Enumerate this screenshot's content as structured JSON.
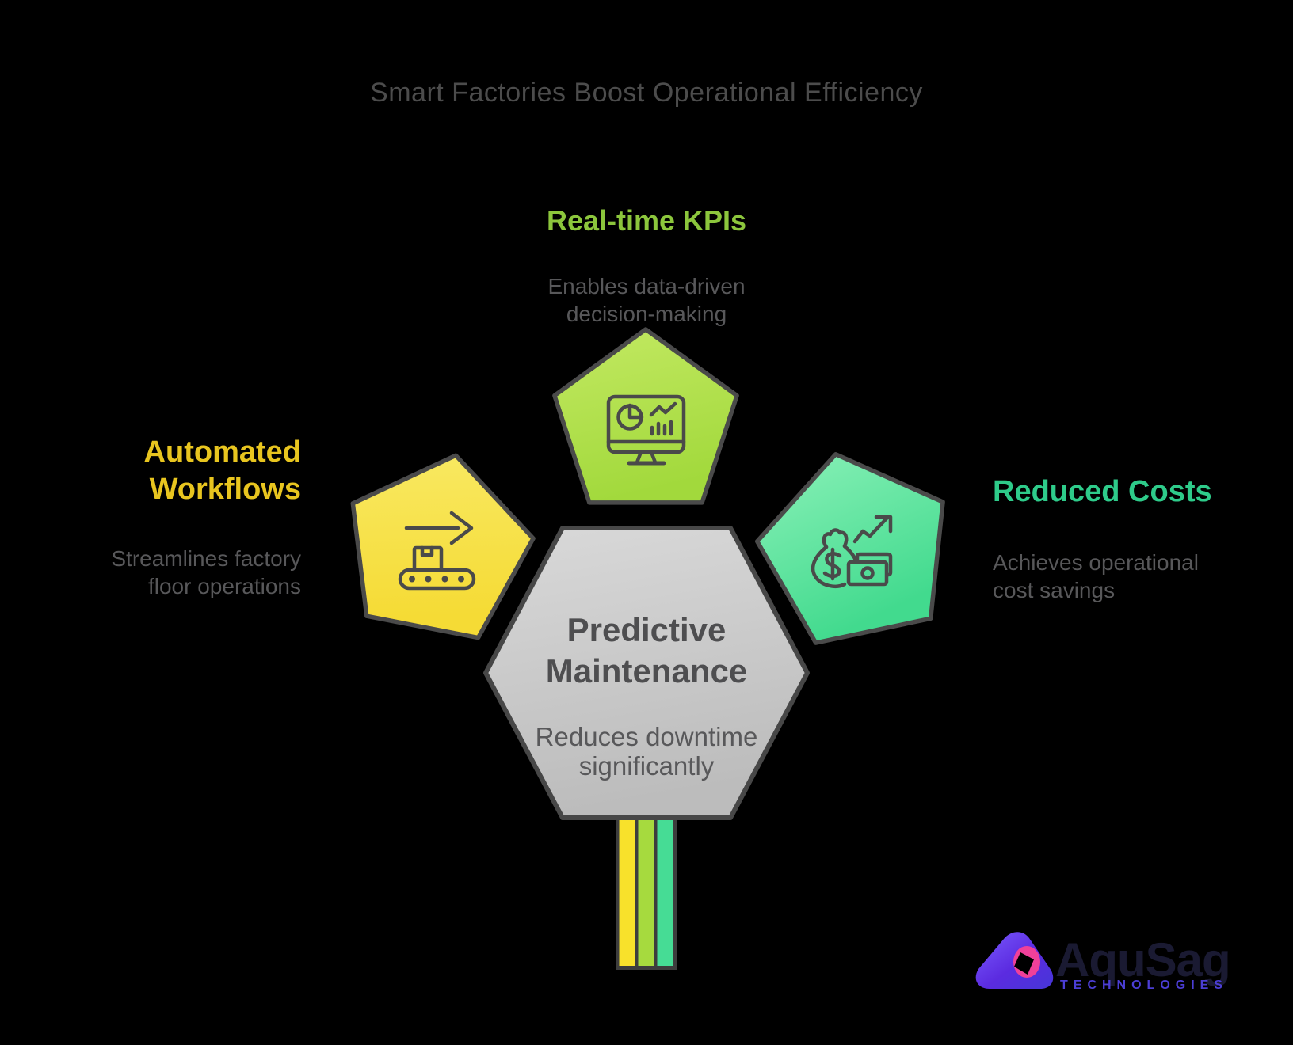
{
  "title": "Smart Factories Boost Operational Efficiency",
  "center": {
    "title": "Predictive\nMaintenance",
    "description": "Reduces downtime\nsignificantly"
  },
  "branches": {
    "kpis": {
      "label": "Real-time KPIs",
      "description": "Enables data-driven\ndecision-making",
      "accent_color": "#8cc63c",
      "shape_color": "#aadd3f",
      "icon": "dashboard-monitor-icon"
    },
    "workflows": {
      "label": "Automated\nWorkflows",
      "description": "Streamlines factory\nfloor operations",
      "accent_color": "#e8c51f",
      "shape_color": "#f7e347",
      "icon": "conveyor-belt-icon"
    },
    "costs": {
      "label": "Reduced Costs",
      "description": "Achieves operational\ncost savings",
      "accent_color": "#2ecb8a",
      "shape_color": "#5ee6a0",
      "icon": "money-growth-icon"
    }
  },
  "logo": {
    "brand": "AquSag",
    "tagline": "TECHNOLOGIES"
  },
  "colors": {
    "background": "#000000",
    "title_text": "#4c4c4c",
    "body_text": "#58585a",
    "outline": "#4a4a4a",
    "hexagon_fill": "#cccccc",
    "stripe_yellow": "#f8e12b",
    "stripe_lime": "#a6da3e",
    "stripe_mint": "#46dc95",
    "logo_purple": "#5b2be0",
    "logo_pink": "#f0409a",
    "logo_tagline_text": "#4b3ed5",
    "logo_brand_text": "#1a1a32"
  }
}
